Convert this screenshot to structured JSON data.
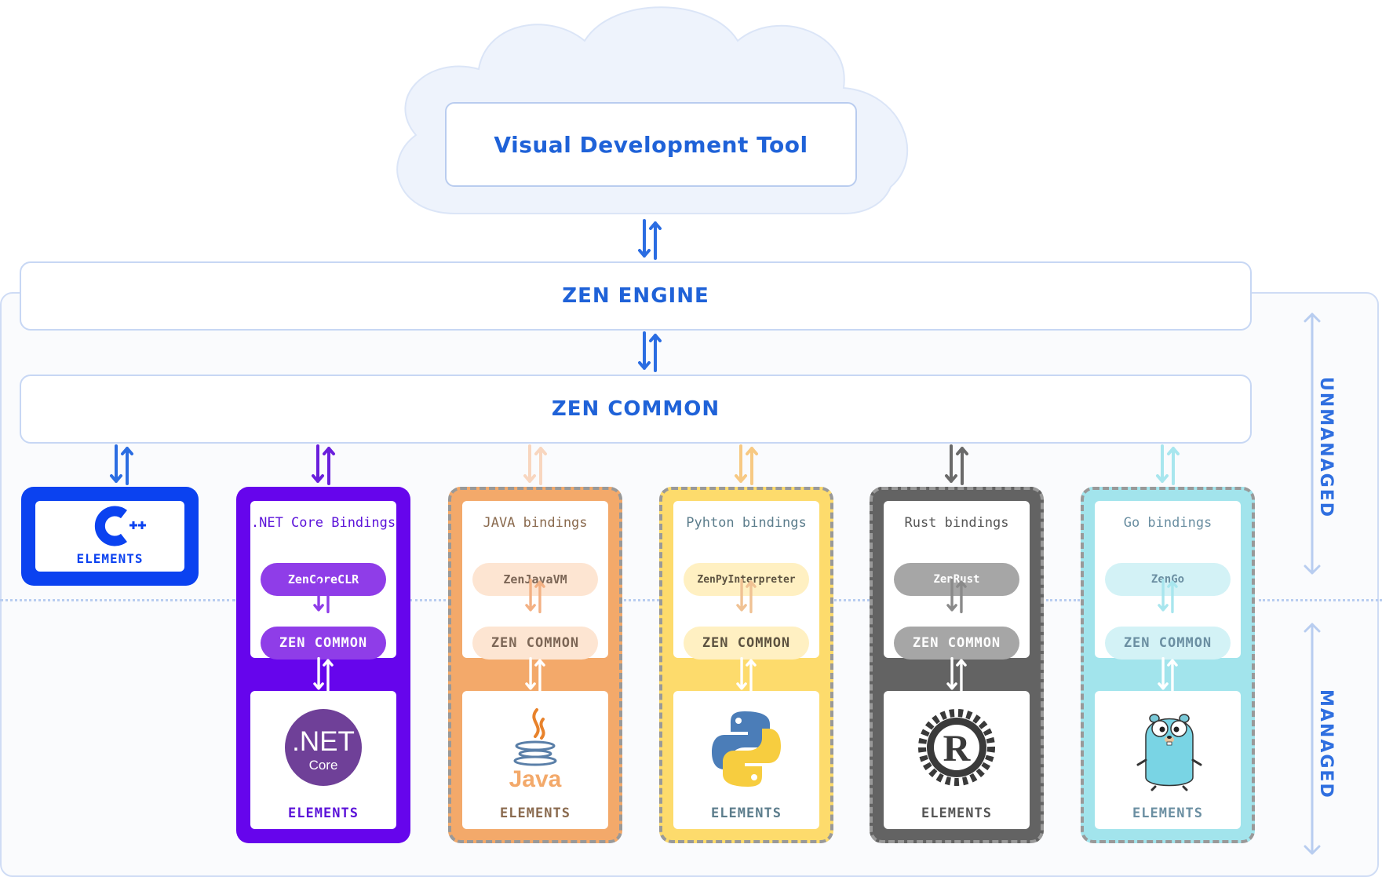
{
  "tool_title": "Visual Development Tool",
  "engine_label": "ZEN ENGINE",
  "common_label": "ZEN COMMON",
  "side_labels": {
    "unmanaged": "UNMANAGED",
    "managed": "MANAGED"
  },
  "colors": {
    "accent": "#1f62d8",
    "cloud": "#eef3fc",
    "border": "#c7d7f4"
  },
  "cpp": {
    "icon": "cpp-logo-icon",
    "label": "ELEMENTS",
    "color": "#0b42f0"
  },
  "bindings": [
    {
      "id": "dotnet",
      "title": ".NET Core Bindings",
      "runtime": "ZenCoreCLR",
      "common": "ZEN COMMON",
      "elements": "ELEMENTS",
      "logo": "dotnet-core-logo-icon",
      "logo_text_1": ".NET",
      "logo_text_2": "Core",
      "color": "#6605ec",
      "dashed": false
    },
    {
      "id": "java",
      "title": "JAVA bindings",
      "runtime": "ZenJavaVM",
      "common": "ZEN COMMON",
      "elements": "ELEMENTS",
      "logo": "java-logo-icon",
      "logo_text_1": "Java",
      "color": "#f3a96a",
      "dashed": true
    },
    {
      "id": "python",
      "title": "Pyhton bindings",
      "runtime": "ZenPyInterpreter",
      "common": "ZEN COMMON",
      "elements": "ELEMENTS",
      "logo": "python-logo-icon",
      "color": "#fddb6c",
      "dashed": true
    },
    {
      "id": "rust",
      "title": "Rust bindings",
      "runtime": "ZenRust",
      "common": "ZEN COMMON",
      "elements": "ELEMENTS",
      "logo": "rust-logo-icon",
      "logo_text_1": "R",
      "color": "#636363",
      "dashed": true
    },
    {
      "id": "go",
      "title": "Go bindings",
      "runtime": "ZenGo",
      "common": "ZEN COMMON",
      "elements": "ELEMENTS",
      "logo": "go-gopher-icon",
      "color": "#a2e4ec",
      "dashed": true
    }
  ]
}
